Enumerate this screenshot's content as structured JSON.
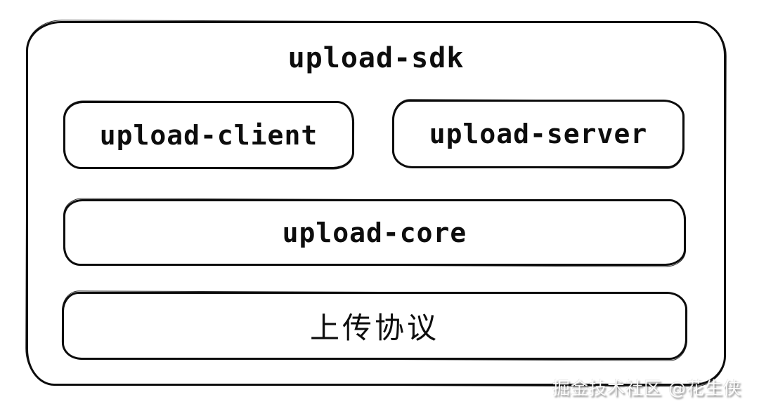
{
  "diagram": {
    "title": "upload-sdk",
    "nodes": [
      {
        "id": "upload-client",
        "label": "upload-client"
      },
      {
        "id": "upload-server",
        "label": "upload-server"
      },
      {
        "id": "upload-core",
        "label": "upload-core"
      },
      {
        "id": "upload-protocol",
        "label": "上传协议"
      }
    ],
    "watermark": "掘金技术社区 @花生侠",
    "colors": {
      "stroke": "#0d0d0d",
      "background": "#ffffff",
      "watermark_text": "#ffffff"
    }
  }
}
